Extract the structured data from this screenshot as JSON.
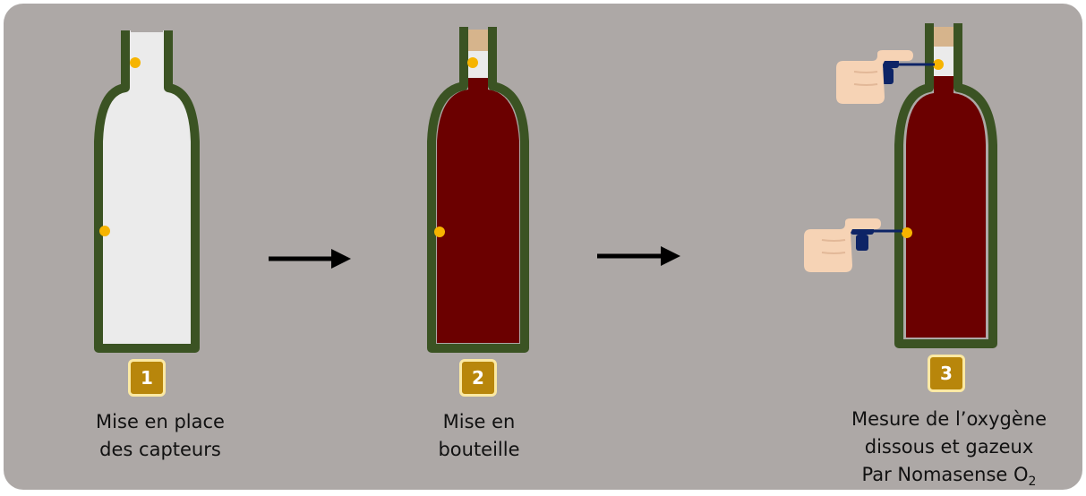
{
  "steps": [
    {
      "number": "1",
      "lines": [
        "Mise en place",
        "des capteurs"
      ]
    },
    {
      "number": "2",
      "lines": [
        "Mise en",
        "bouteille"
      ]
    },
    {
      "number": "3",
      "lines": [
        "Mesure de l’oxygène",
        "dissous et gazeux",
        "Par Nomasense O"
      ],
      "subscript": "2"
    }
  ],
  "colors": {
    "background": "#ada8a6",
    "bottle_glass": "#3b5323",
    "empty_bottle": "#ebebeb",
    "wine": "#6b0000",
    "cork": "#d6b48c",
    "sensor_spot": "#f6b400",
    "badge": "#b8860b",
    "probe": "#0d2466",
    "hand": "#f6d3b5",
    "arrow": "#000000"
  },
  "icons": [
    "bottle-icon",
    "sensor-spot-icon",
    "arrow-icon",
    "hand-icon",
    "probe-icon"
  ]
}
